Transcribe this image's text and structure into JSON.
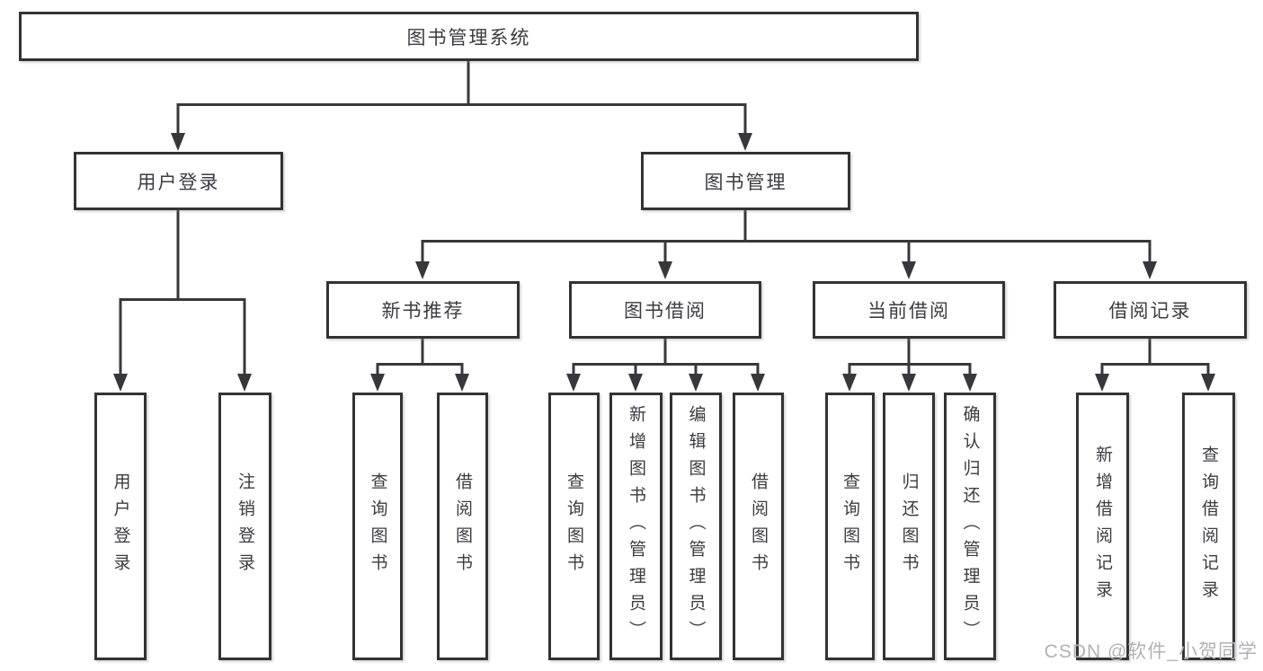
{
  "diagram_type": "functional-structure-tree",
  "watermark": "CSDN @软件_小贺同学",
  "colors": {
    "line": "#38383b",
    "border": "#333336",
    "text": "#3c3c40",
    "watermark": "#b2b2b4",
    "background": "#ffffff"
  },
  "tree": {
    "label": "图书管理系统",
    "children": [
      {
        "label": "用户登录",
        "children": [
          {
            "label": "用户登录"
          },
          {
            "label": "注销登录"
          }
        ]
      },
      {
        "label": "图书管理",
        "children": [
          {
            "label": "新书推荐",
            "children": [
              {
                "label": "查询图书"
              },
              {
                "label": "借阅图书"
              }
            ]
          },
          {
            "label": "图书借阅",
            "children": [
              {
                "label": "查询图书"
              },
              {
                "label": "新增图书（管理员）"
              },
              {
                "label": "编辑图书（管理员）"
              },
              {
                "label": "借阅图书"
              }
            ]
          },
          {
            "label": "当前借阅",
            "children": [
              {
                "label": "查询图书"
              },
              {
                "label": "归还图书"
              },
              {
                "label": "确认归还（管理员）"
              }
            ]
          },
          {
            "label": "借阅记录",
            "children": [
              {
                "label": "新增借阅记录"
              },
              {
                "label": "查询借阅记录"
              }
            ]
          }
        ]
      }
    ]
  }
}
